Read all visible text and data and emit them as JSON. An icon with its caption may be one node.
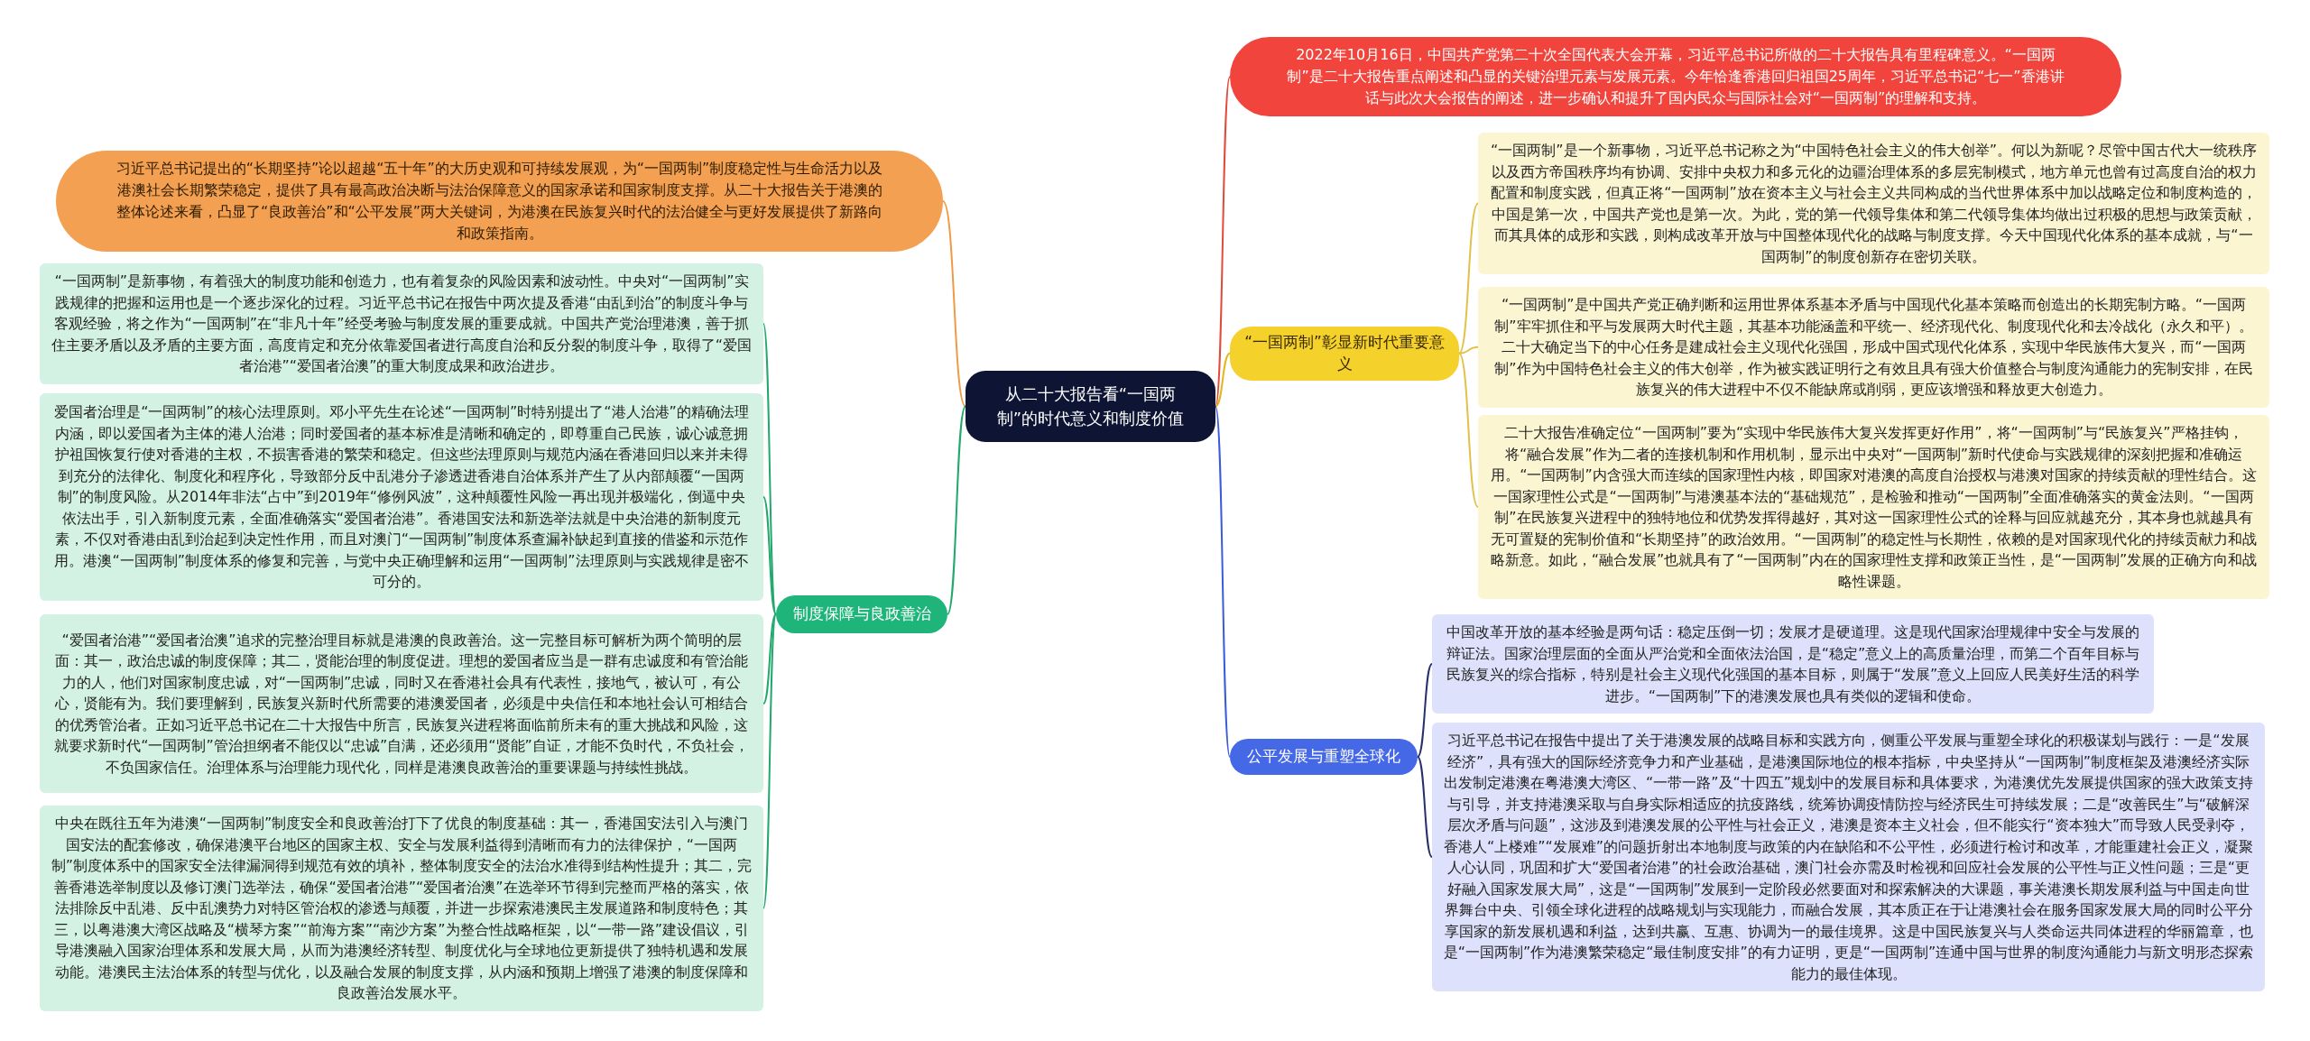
{
  "diagram": {
    "nodes": [
      {
        "text": [
          "从二十大报告看“一国两制”的时代意义和制度价值"
        ]
      },
      {
        "text": [
          "2022年10月16日，中国共产党第二十次全国代表大会开幕，习近平总书记所做的二十大报告具有里程碑意义。“一国两制”是二十大报告重点阐述和凸显的关键治理元素与发展元素。今年恰逢香港回归祖国25周年，习近平总书记“七一”香港讲话与此次大会报告的阐述，进一步确认和提升了国内民众与国际社会对“一国两制”的理解和支持。"
        ]
      },
      {
        "text": [
          "习近平总书记提出的“长期坚持”论以超越“五十年”的大历史观和可持续发展观，为“一国两制”制度稳定性与生命活力以及港澳社会长期繁荣稳定，提供了具有最高政治决断与法治保障意义的国家承诺和国家制度支撑。从二十大报告关于港澳的整体论述来看，凸显了“良政善治”和“公平发展”两大关键词，为港澳在民族复兴时代的法治健全与更好发展提供了新路向和政策指南。"
        ]
      },
      {
        "text": [
          "“一国两制”彰显新时代重要意义"
        ]
      },
      {
        "text": [
          "“一国两制”是一个新事物，习近平总书记称之为“中国特色社会主义的伟大创举”。何以为新呢？尽管中国古代大一统秩序以及西方帝国秩序均有协调、安排中央权力和多元化的边疆治理体系的多层宪制模式，地方单元也曾有过高度自治的权力配置和制度实践，但真正将“一国两制”放在资本主义与社会主义共同构成的当代世界体系中加以战略定位和制度构造的，中国是第一次，中国共产党也是第一次。为此，党的第一代领导集体和第二代领导集体均做出过积极的思想与政策贡献，而其具体的成形和实践，则构成改革开放与中国整体现代化的战略与制度支撑。今天中国现代化体系的基本成就，与“一国两制”的制度创新存在密切关联。"
        ]
      },
      {
        "text": [
          "“一国两制”是中国共产党正确判断和运用世界体系基本矛盾与中国现代化基本策略而创造出的长期宪制方略。“一国两制”牢牢抓住和平与发展两大时代主题，其基本功能涵盖和平统一、经济现代化、制度现代化和去冷战化（永久和平）。二十大确定当下的中心任务是建成社会主义现代化强国，形成中国式现代化体系，实现中华民族伟大复兴，而“一国两制”作为中国特色社会主义的伟大创举，作为被实践证明行之有效且具有强大价值整合与制度沟通能力的宪制安排，在民族复兴的伟大进程中不仅不能缺席或削弱，更应该增强和释放更大创造力。"
        ]
      },
      {
        "text": [
          "二十大报告准确定位“一国两制”要为“实现中华民族伟大复兴发挥更好作用”，将“一国两制”与“民族复兴”严格挂钩，将“融合发展”作为二者的连接机制和作用机制，显示出中央对“一国两制”新时代使命与实践规律的深刻把握和准确运用。“一国两制”内含强大而连续的国家理性内核，即国家对港澳的高度自治授权与港澳对国家的持续贡献的理性结合。这一国家理性公式是“一国两制”与港澳基本法的“基础规范”，是检验和推动“一国两制”全面准确落实的黄金法则。“一国两制”在民族复兴进程中的独特地位和优势发挥得越好，其对这一国家理性公式的诠释与回应就越充分，其本身也就越具有无可置疑的宪制价值和“长期坚持”的政治效用。“一国两制”的稳定性与长期性，依赖的是对国家现代化的持续贡献力和战略新意。如此，“融合发展”也就具有了“一国两制”内在的国家理性支撑和政策正当性，是“一国两制”发展的正确方向和战略性课题。"
        ]
      },
      {
        "text": [
          "制度保障与良政善治"
        ]
      },
      {
        "text": [
          "“一国两制”是新事物，有着强大的制度功能和创造力，也有着复杂的风险因素和波动性。中央对“一国两制”实践规律的把握和运用也是一个逐步深化的过程。习近平总书记在报告中两次提及香港“由乱到治”的制度斗争与客观经验，将之作为“一国两制”在“非凡十年”经受考验与制度发展的重要成就。中国共产党治理港澳，善于抓住主要矛盾以及矛盾的主要方面，高度肯定和充分依靠爱国者进行高度自治和反分裂的制度斗争，取得了“爱国者治港”“爱国者治澳”的重大制度成果和政治进步。"
        ]
      },
      {
        "text": [
          "爱国者治理是“一国两制”的核心法理原则。邓小平先生在论述“一国两制”时特别提出了“港人治港”的精确法理内涵，即以爱国者为主体的港人治港；同时爱国者的基本标准是清晰和确定的，即尊重自己民族，诚心诚意拥护祖国恢复行使对香港的主权，不损害香港的繁荣和稳定。但这些法理原则与规范内涵在香港回归以来并未得到充分的法律化、制度化和程序化，导致部分反中乱港分子渗透进香港自治体系并产生了从内部颠覆“一国两制”的制度风险。从2014年非法“占中”到2019年“修例风波”，这种颠覆性风险一再出现并极端化，倒逼中央依法出手，引入新制度元素，全面准确落实“爱国者治港”。香港国安法和新选举法就是中央治港的新制度元素，不仅对香港由乱到治起到决定性作用，而且对澳门“一国两制”制度体系查漏补缺起到直接的借鉴和示范作用。港澳“一国两制”制度体系的修复和完善，与党中央正确理解和运用“一国两制”法理原则与实践规律是密不可分的。"
        ]
      },
      {
        "text": [
          "“爱国者治港”“爱国者治澳”追求的完整治理目标就是港澳的良政善治。这一完整目标可解析为两个简明的层面：其一，政治忠诚的制度保障；其二，贤能治理的制度促进。理想的爱国者应当是一群有忠诚度和有管治能力的人，他们对国家制度忠诚，对“一国两制”忠诚，同时又在香港社会具有代表性，接地气，被认可，有公心，贤能有为。我们要理解到，民族复兴新时代所需要的港澳爱国者，必须是中央信任和本地社会认可相结合的优秀管治者。正如习近平总书记在二十大报告中所言，民族复兴进程将面临前所未有的重大挑战和风险，这就要求新时代“一国两制”管治担纲者不能仅以“忠诚”自满，还必须用“贤能”自证，才能不负时代，不负社会，不负国家信任。治理体系与治理能力现代化，同样是港澳良政善治的重要课题与持续性挑战。"
        ]
      },
      {
        "text": [
          "中央在既往五年为港澳“一国两制”制度安全和良政善治打下了优良的制度基础：其一，香港国安法引入与澳门国安法的配套修改，确保港澳平台地区的国家主权、安全与发展利益得到清晰而有力的法律保护，“一国两制”制度体系中的国家安全法律漏洞得到规范有效的填补，整体制度安全的法治水准得到结构性提升；其二，完善香港选举制度以及修订澳门选举法，确保“爱国者治港”“爱国者治澳”在选举环节得到完整而严格的落实，依法排除反中乱港、反中乱澳势力对特区管治权的渗透与颠覆，并进一步探索港澳民主发展道路和制度特色；其三，以粤港澳大湾区战略及“横琴方案”“前海方案”“南沙方案”为整合性战略框架，以“一带一路”建设倡议，引导港澳融入国家治理体系和发展大局，从而为港澳经济转型、制度优化与全球地位更新提供了独特机遇和发展动能。港澳民主法治体系的转型与优化，以及融合发展的制度支撑，从内涵和预期上增强了港澳的制度保障和良政善治发展水平。"
        ]
      },
      {
        "text": [
          "公平发展与重塑全球化"
        ]
      },
      {
        "text": [
          "中国改革开放的基本经验是两句话：稳定压倒一切；发展才是硬道理。这是现代国家治理规律中安全与发展的辩证法。国家治理层面的全面从严治党和全面依法治国，是“稳定”意义上的高质量治理，而第二个百年目标与民族复兴的综合指标，特别是社会主义现代化强国的基本目标，则属于“发展”意义上回应人民美好生活的科学进步。“一国两制”下的港澳发展也具有类似的逻辑和使命。"
        ]
      },
      {
        "text": [
          "习近平总书记在报告中提出了关于港澳发展的战略目标和实践方向，侧重公平发展与重塑全球化的积极谋划与践行：一是“发展经济”，具有强大的国际经济竞争力和产业基础，是港澳国际地位的根本指标，中央坚持从“一国两制”制度框架及港澳经济实际出发制定港澳在粤港澳大湾区、“一带一路”及“十四五”规划中的发展目标和具体要求，为港澳优先发展提供国家的强大政策支持与引导，并支持港澳采取与自身实际相适应的抗疫路线，统筹协调疫情防控与经济民生可持续发展；二是“改善民生”与“破解深层次矛盾与问题”，这涉及到港澳发展的公平性与社会正义，港澳是资本主义社会，但不能实行“资本独大”而导致人民受剥夺，香港人“上楼难”“发展难”的问题折射出本地制度与政策的内在缺陷和不公平性，必须进行检讨和改革，才能重建社会正义，凝聚人心认同，巩固和扩大“爱国者治港”的社会政治基础，澳门社会亦需及时检视和回应社会发展的公平性与正义性问题；三是“更好融入国家发展大局”，这是“一国两制”发展到一定阶段必然要面对和探索解决的大课题，事关港澳长期发展利益与中国走向世界舞台中央、引领全球化进程的战略规划与实现能力，而融合发展，其本质正在于让港澳社会在服务国家发展大局的同时公平分享国家的新发展机遇和利益，达到共赢、互惠、协调为一的最佳境界。这是中国民族复兴与人类命运共同体进程的华丽篇章，也是“一国两制”作为港澳繁荣稳定“最佳制度安排”的有力证明，更是“一国两制”连通中国与世界的制度沟通能力与新文明形态探索能力的最佳体现。"
        ]
      }
    ],
    "edges": [
      {
        "from": 0,
        "to": 1,
        "arrow": "none",
        "color": "#e24a3b"
      },
      {
        "from": 0,
        "to": 2,
        "arrow": "none",
        "color": "#f09a45"
      },
      {
        "from": 0,
        "to": 3,
        "arrow": "none",
        "color": "#e2b71e"
      },
      {
        "from": 0,
        "to": 7,
        "arrow": "none",
        "color": "#22a86c"
      },
      {
        "from": 0,
        "to": 12,
        "arrow": "none",
        "color": "#3b5bdb"
      },
      {
        "from": 3,
        "to": 4,
        "arrow": "none",
        "color": "#e2c14a"
      },
      {
        "from": 3,
        "to": 5,
        "arrow": "none",
        "color": "#e2c14a"
      },
      {
        "from": 3,
        "to": 6,
        "arrow": "none",
        "color": "#e2c14a"
      },
      {
        "from": 7,
        "to": 8,
        "arrow": "none",
        "color": "#22a86c"
      },
      {
        "from": 7,
        "to": 9,
        "arrow": "none",
        "color": "#22a86c"
      },
      {
        "from": 7,
        "to": 10,
        "arrow": "none",
        "color": "#22a86c"
      },
      {
        "from": 7,
        "to": 11,
        "arrow": "none",
        "color": "#22a86c"
      },
      {
        "from": 12,
        "to": 13,
        "arrow": "none",
        "color": "#27306b"
      },
      {
        "from": 12,
        "to": 14,
        "arrow": "none",
        "color": "#27306b"
      }
    ]
  }
}
